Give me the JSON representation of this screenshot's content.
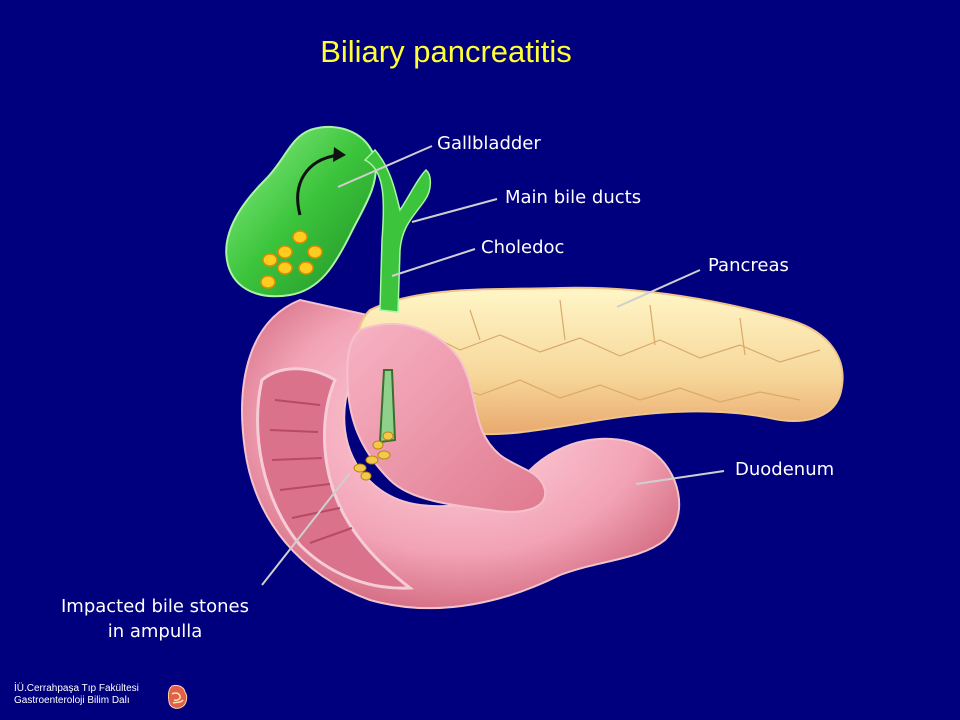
{
  "title": "Biliary pancreatitis",
  "labels": {
    "gallbladder": "Gallbladder",
    "main_bile_ducts": "Main bile ducts",
    "choledoc": "Choledoc",
    "pancreas": "Pancreas",
    "duodenum": "Duodenum",
    "impacted_line1": "Impacted bile stones",
    "impacted_line2": "in ampulla"
  },
  "footer": {
    "line1": "İÜ.Cerrahpaşa Tıp Fakültesi",
    "line2": "Gastroenteroloji Bilim Dalı"
  },
  "colors": {
    "background": "#00007f",
    "title": "#ffff33",
    "label": "#ffffff",
    "gallbladder": "#3cc43c",
    "pancreas": "#f7d79a",
    "duodenum": "#f2a3b5",
    "stones": "#ffcc22"
  }
}
